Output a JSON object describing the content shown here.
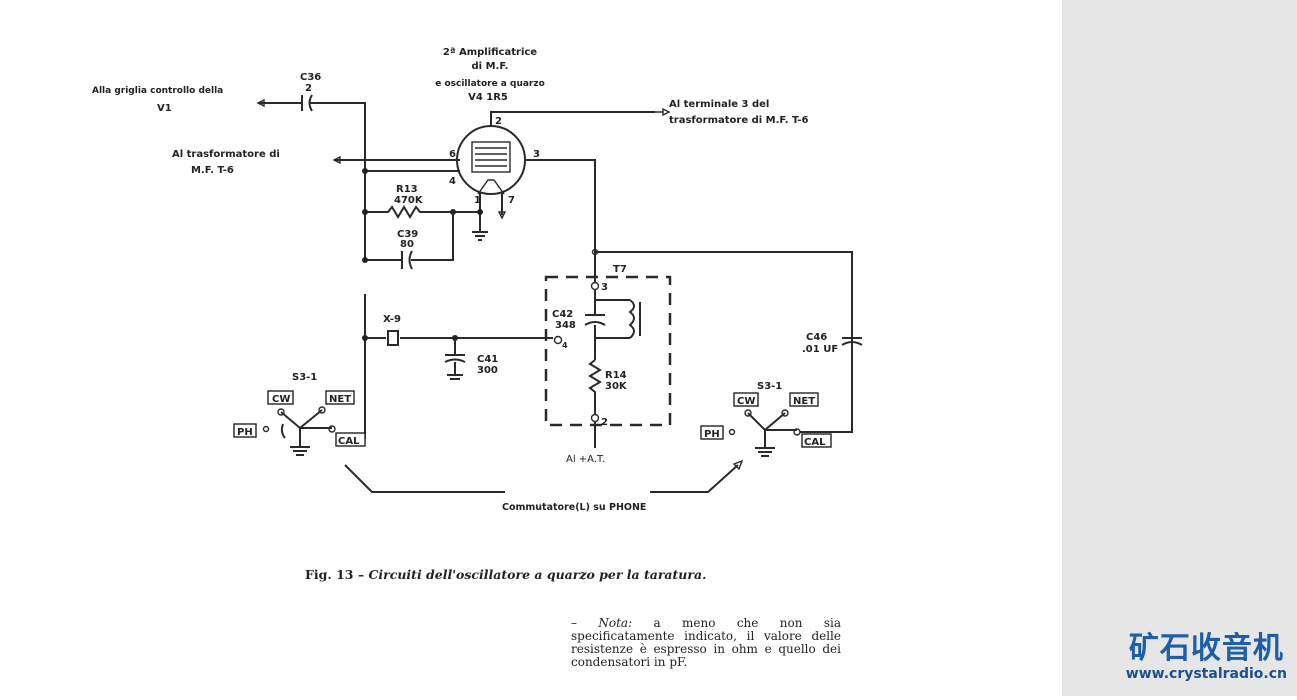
{
  "schematic": {
    "tube_title": [
      "2ª Amplificatrice",
      "di M.F.",
      "e oscillatore a quarzo",
      "V4 1R5"
    ],
    "label_grid": [
      "Alla griglia controllo della",
      "V1"
    ],
    "label_transformer": [
      "Al trasformatore di",
      "M.F. T-6"
    ],
    "label_terminal": [
      "Al terminale 3 del",
      "trasformatore di M.F. T-6"
    ],
    "c36": [
      "C36",
      "2"
    ],
    "r13": [
      "R13",
      "470K"
    ],
    "c39": [
      "C39",
      "80"
    ],
    "x9": "X-9",
    "c41": [
      "C41",
      "300"
    ],
    "t7": "T7",
    "c42": [
      "C42",
      "348"
    ],
    "r14": [
      "R14",
      "30K"
    ],
    "c46": [
      "C46",
      ".01 UF"
    ],
    "pins": {
      "p2": "2",
      "p3": "3",
      "p4": "4",
      "p6": "6",
      "p1": "1",
      "p7": "7",
      "t3": "3",
      "t4": "4",
      "t2": "2"
    },
    "supply": "Al +A.T.",
    "switch_left": "S3-1",
    "switch_right": "S3-1",
    "switch_positions": {
      "cw": "CW",
      "net": "NET",
      "ph": "PH",
      "cal": "CAL"
    },
    "commutator": "Commutatore(L) su PHONE"
  },
  "caption": {
    "fig": "Fig. 13 –",
    "text": "Circuiti dell'oscillatore a quarzo per la taratura."
  },
  "note": {
    "label": "Nota:",
    "text": "a meno che non sia specificatamente indicato, il valore delle resistenze è espresso in ohm e quello dei condensatori in pF."
  },
  "watermark": {
    "title": "矿石收音机",
    "url": "www.crystalradio.cn",
    "color": "#1d5ea8"
  }
}
